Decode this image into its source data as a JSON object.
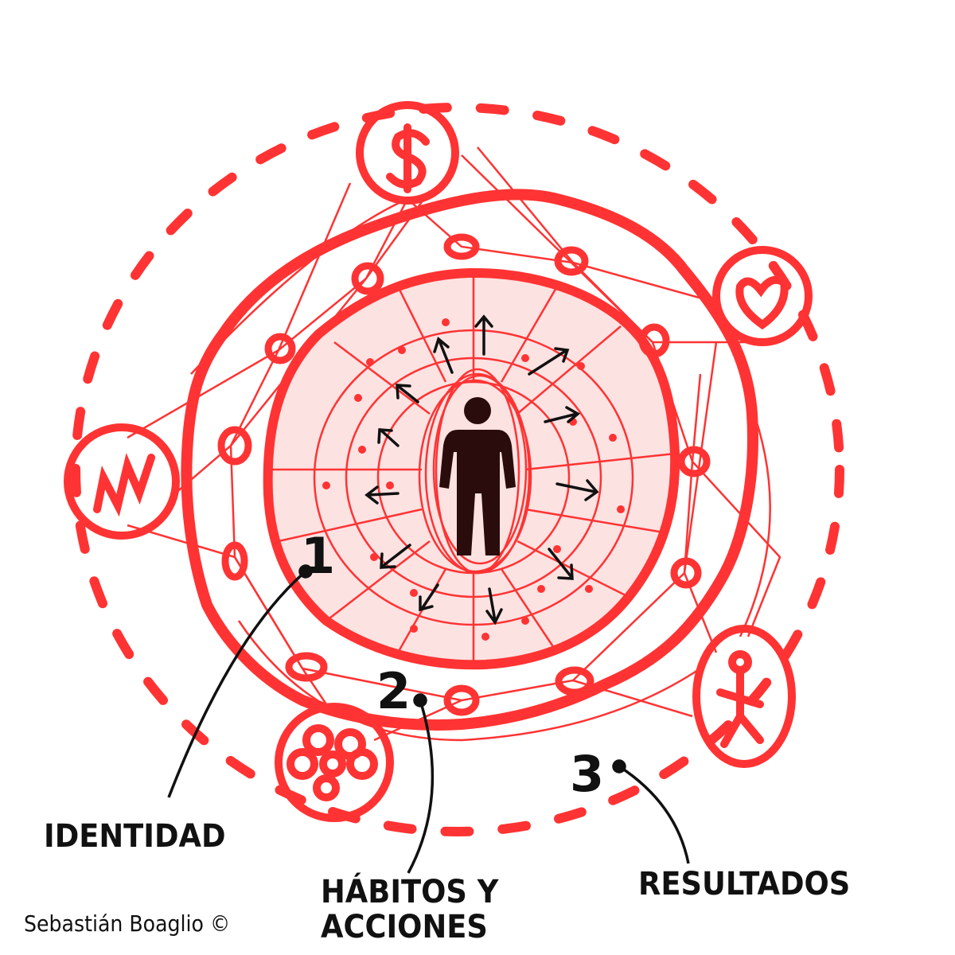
{
  "diagram": {
    "title_labels": {
      "identity": "IDENTIDAD",
      "habits_line1": "HÁBITOS Y",
      "habits_line2": "ACCIONES",
      "results": "RESULTADOS"
    },
    "numbers": {
      "one": "1",
      "two": "2",
      "three": "3"
    },
    "credit": "Sebastián Boaglio ©",
    "icons": [
      "dollar-icon",
      "heart-icon",
      "stick-figure-icon",
      "flower-icon",
      "wave-icon",
      "person-icon"
    ],
    "colors": {
      "red": "#ff3333",
      "pink_fill": "#fde2e2",
      "figure": "#2a0c0c",
      "ink": "#111111"
    }
  }
}
